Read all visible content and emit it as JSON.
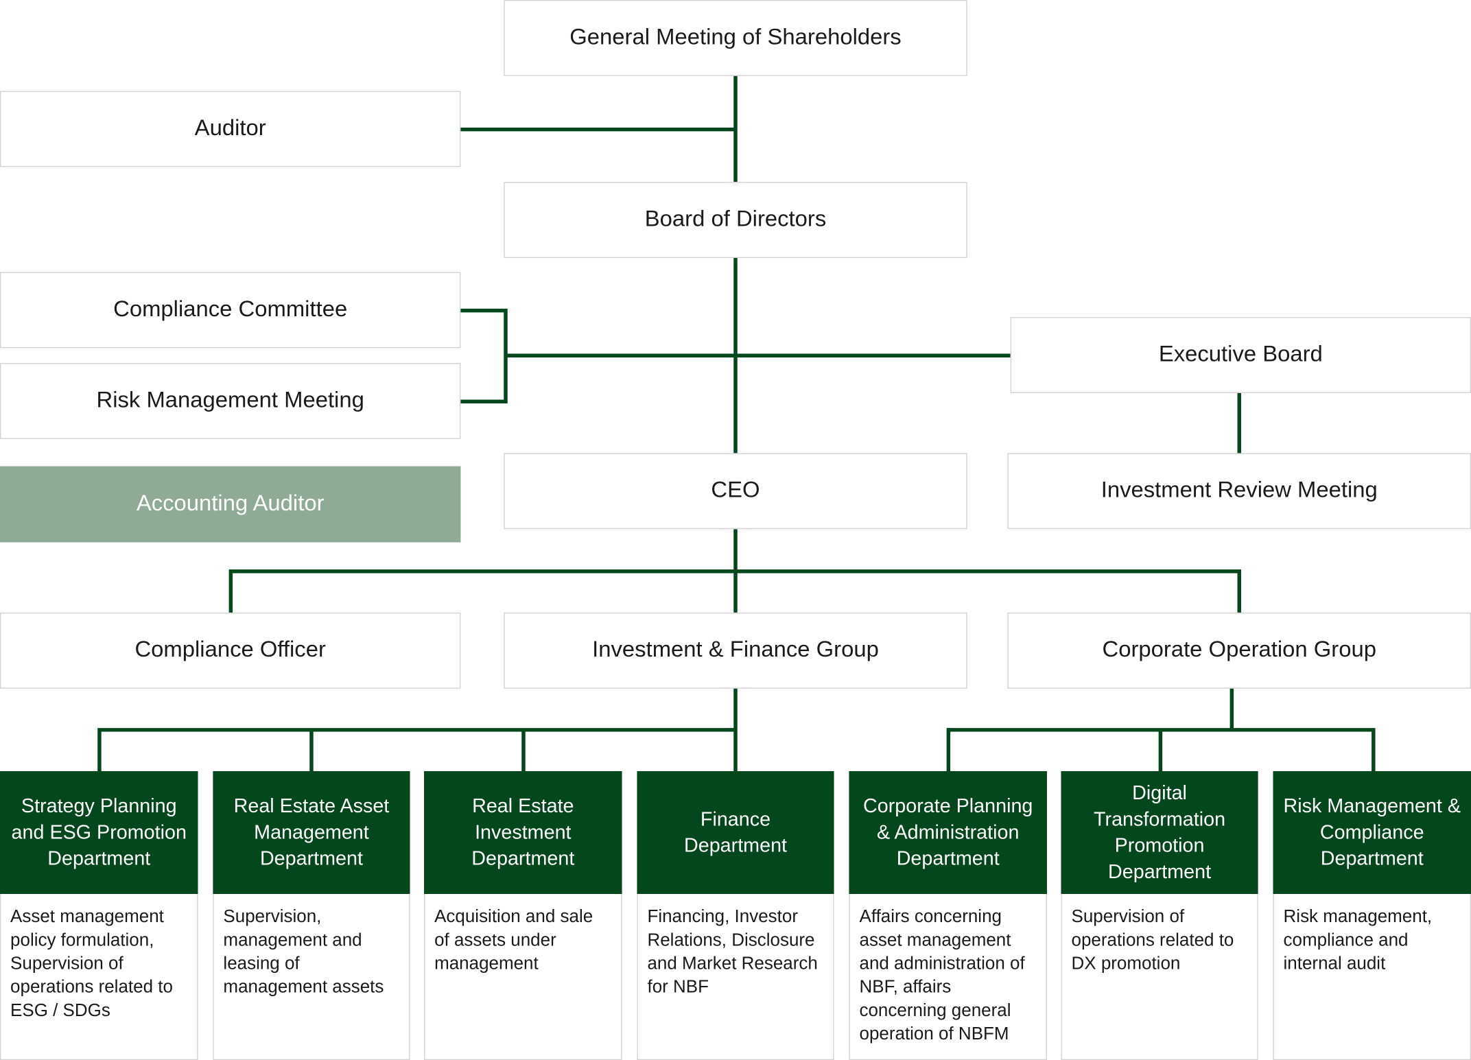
{
  "colors": {
    "line": "#04471c",
    "department_header": "#04471c",
    "accounting_auditor": "#8faa95",
    "box_border": "#d2d2d2"
  },
  "top": {
    "shareholders": "General Meeting of Shareholders",
    "auditor": "Auditor",
    "board": "Board of Directors",
    "compliance_committee": "Compliance Committee",
    "risk_meeting": "Risk Management Meeting",
    "executive_board": "Executive Board",
    "accounting_auditor": "Accounting Auditor",
    "ceo": "CEO",
    "investment_review": "Investment Review Meeting",
    "compliance_officer": "Compliance Officer",
    "investment_finance_group": "Investment & Finance Group",
    "corporate_operation_group": "Corporate Operation Group"
  },
  "departments": [
    {
      "name": "Strategy Planning and ESG Promotion Department",
      "description": "Asset management policy formulation, Supervision of operations related to ESG / SDGs"
    },
    {
      "name": "Real Estate Asset Management Department",
      "description": "Supervision, management and leasing of management assets"
    },
    {
      "name": "Real Estate Investment Department",
      "description": "Acquisition and sale of assets under management"
    },
    {
      "name": "Finance Department",
      "description": "Financing, Investor Relations, Disclosure and Market Research for NBF"
    },
    {
      "name": "Corporate Planning & Administration Department",
      "description": "Affairs concerning asset management and administration of NBF, affairs concerning general operation of NBFM"
    },
    {
      "name": "Digital Transformation Promotion Department",
      "description": "Supervision of operations related to DX promotion"
    },
    {
      "name": "Risk Management & Compliance Department",
      "description": "Risk management, compliance and internal audit"
    }
  ]
}
